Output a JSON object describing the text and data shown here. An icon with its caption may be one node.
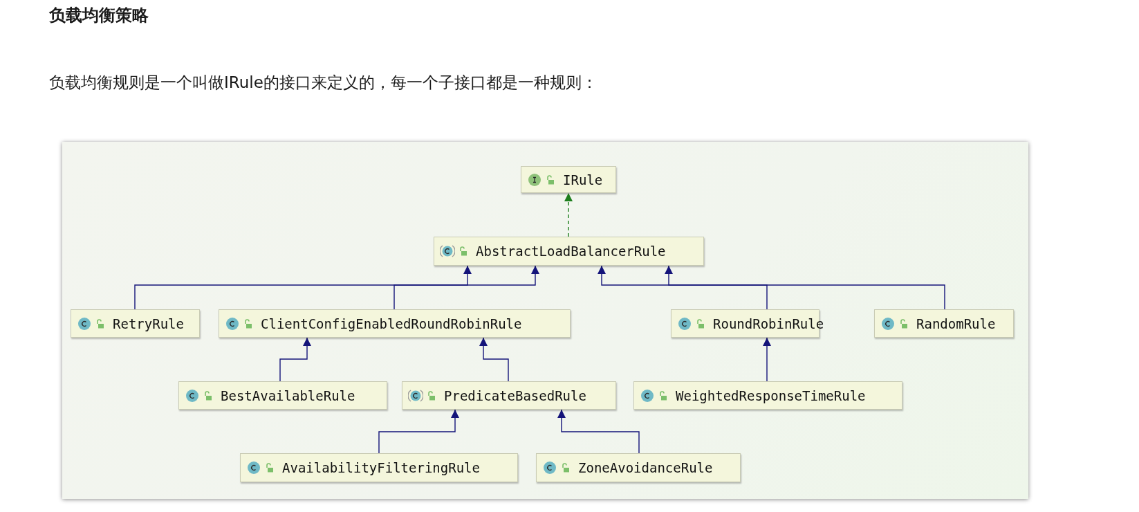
{
  "diagram": {
    "title": "负载均衡策略",
    "caption": "负载均衡规则是一个叫做IRule的接口来定义的，每一个子接口都是一种规则：",
    "nodes": [
      {
        "text": [
          "IRule"
        ]
      },
      {
        "text": [
          "AbstractLoadBalancerRule"
        ]
      },
      {
        "text": [
          "RetryRule"
        ]
      },
      {
        "text": [
          "ClientConfigEnabledRoundRobinRule"
        ]
      },
      {
        "text": [
          "RoundRobinRule"
        ]
      },
      {
        "text": [
          "RandomRule"
        ]
      },
      {
        "text": [
          "BestAvailableRule"
        ]
      },
      {
        "text": [
          "PredicateBasedRule"
        ]
      },
      {
        "text": [
          "WeightedResponseTimeRule"
        ]
      },
      {
        "text": [
          "AvailabilityFilteringRule"
        ]
      },
      {
        "text": [
          "ZoneAvoidanceRule"
        ]
      }
    ],
    "edges": [
      {
        "from": 1,
        "to": 0,
        "arrow": "to",
        "style": "dashed",
        "color": "#1e7f1e"
      },
      {
        "from": 2,
        "to": 1,
        "arrow": "to"
      },
      {
        "from": 3,
        "to": 1,
        "arrow": "to"
      },
      {
        "from": 4,
        "to": 1,
        "arrow": "to"
      },
      {
        "from": 5,
        "to": 1,
        "arrow": "to"
      },
      {
        "from": 6,
        "to": 3,
        "arrow": "to"
      },
      {
        "from": 7,
        "to": 3,
        "arrow": "to"
      },
      {
        "from": 8,
        "to": 4,
        "arrow": "to"
      },
      {
        "from": 9,
        "to": 7,
        "arrow": "to"
      },
      {
        "from": 10,
        "to": 7,
        "arrow": "to"
      }
    ]
  }
}
